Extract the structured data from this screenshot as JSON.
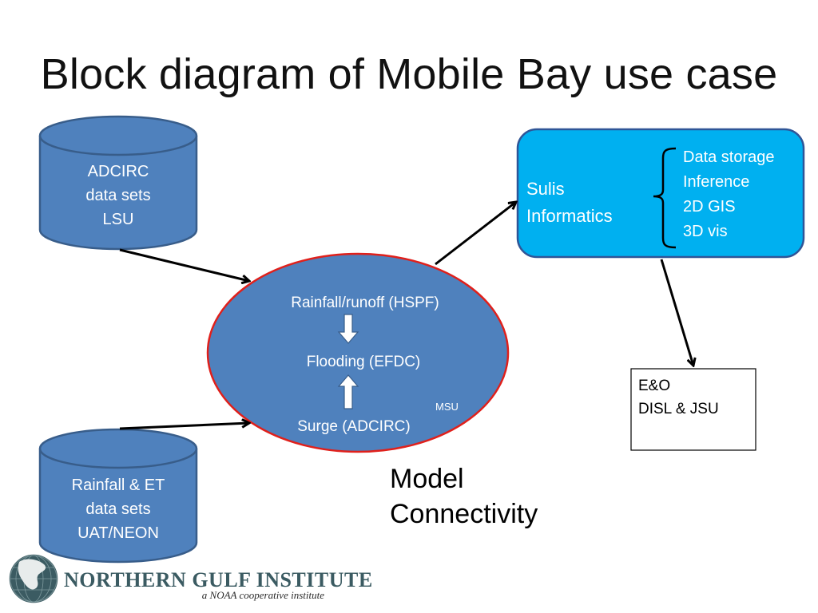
{
  "title": "Block diagram of Mobile  Bay use case",
  "adcirc_db": {
    "lines": [
      "ADCIRC",
      "data sets",
      "LSU"
    ]
  },
  "rainfall_db": {
    "lines": [
      "Rainfall & ET",
      "data sets",
      "UAT/NEON"
    ]
  },
  "model": {
    "rainfall": "Rainfall/runoff (HSPF)",
    "flooding": "Flooding (EFDC)",
    "surge": "Surge (ADCIRC)",
    "org": "MSU"
  },
  "model_caption": [
    "Model",
    "Connectivity"
  ],
  "sulis": {
    "label_lines": [
      "Sulis",
      "Informatics"
    ],
    "items": [
      "Data storage",
      "Inference",
      "2D GIS",
      "3D vis"
    ]
  },
  "eo_box": {
    "lines": [
      "E&O",
      "DISL & JSU"
    ]
  },
  "logo": {
    "name": "NORTHERN GULF INSTITUTE",
    "subtitle": "a NOAA cooperative institute"
  },
  "colors": {
    "cylinder_fill": "#4f81bd",
    "cylinder_stroke": "#385d8a",
    "model_fill": "#4f81bd",
    "model_stroke": "#e0201b",
    "sulis_fill": "#00b0f0",
    "sulis_stroke": "#2f5597",
    "arrow": "#000000"
  }
}
